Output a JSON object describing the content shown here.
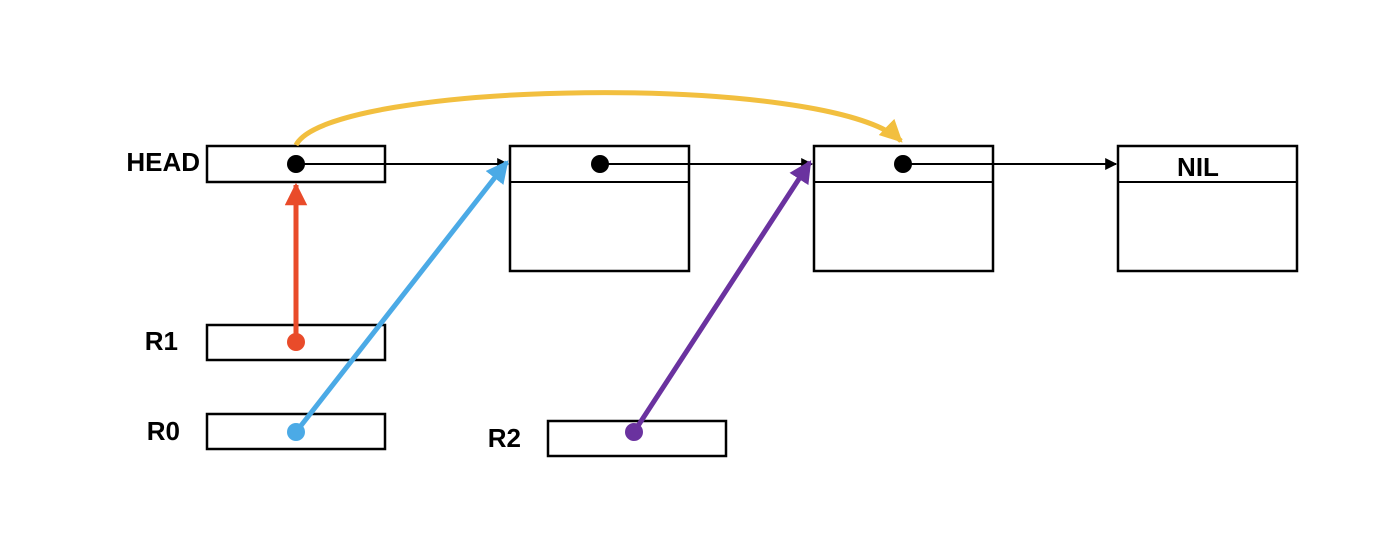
{
  "registers": [
    {
      "label": "HEAD"
    },
    {
      "label": "R1"
    },
    {
      "label": "R0"
    },
    {
      "label": "R2"
    }
  ],
  "nodes": [
    {
      "value": ""
    },
    {
      "value": ""
    },
    {
      "value": "NIL"
    }
  ],
  "colors": {
    "outline": "#000000",
    "link": "#000000",
    "r1_pointer": "#E94B2A",
    "r0_pointer": "#4BAAE6",
    "r2_pointer": "#6A329F",
    "head_skip_pointer": "#F2BF3F"
  }
}
